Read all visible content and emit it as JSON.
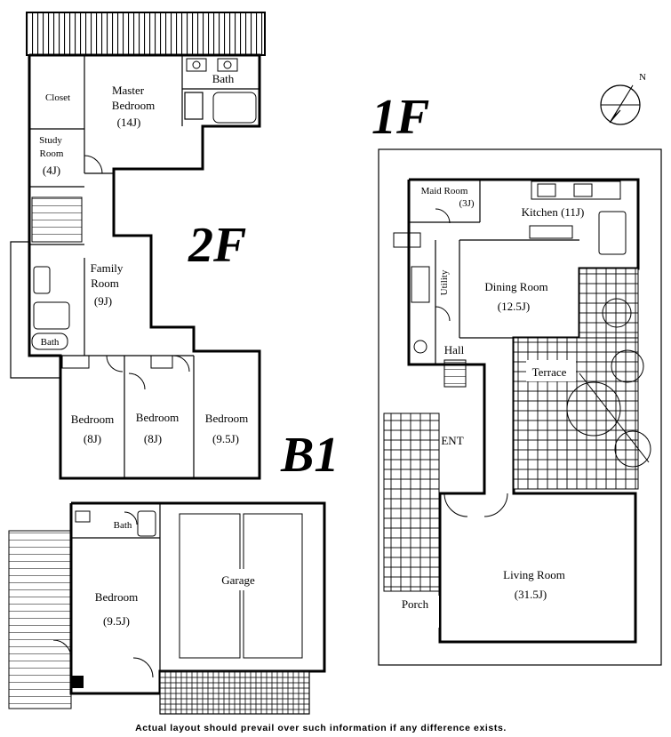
{
  "floors": {
    "second": {
      "label": "2F",
      "rooms": {
        "master_bedroom": [
          "Master",
          "Bedroom",
          "(14J)"
        ],
        "bath": "Bath",
        "closet": "Closet",
        "study_room": [
          "Study",
          "Room",
          "(4J)"
        ],
        "family_room": [
          "Family",
          "Room",
          "(9J)"
        ],
        "bath_west": "Bath",
        "bedroom_1": [
          "Bedroom",
          "(8J)"
        ],
        "bedroom_2": [
          "Bedroom",
          "(8J)"
        ],
        "bedroom_3": [
          "Bedroom",
          "(9.5J)"
        ]
      }
    },
    "first": {
      "label": "1F",
      "rooms": {
        "maid_room": [
          "Maid Room",
          "(3J)"
        ],
        "kitchen": "Kitchen (11J)",
        "utility": "Utility",
        "dining_room": [
          "Dining Room",
          "(12.5J)"
        ],
        "hall": "Hall",
        "terrace": "Terrace",
        "entrance": "ENT",
        "living_room": [
          "Living Room",
          "(31.5J)"
        ],
        "porch": "Porch"
      }
    },
    "basement": {
      "label": "B1",
      "rooms": {
        "bath": "Bath",
        "bedroom": [
          "Bedroom",
          "(9.5J)"
        ],
        "garage": "Garage"
      }
    }
  },
  "compass": {
    "letter": "N"
  },
  "disclaimer": "Actual layout should prevail over such information if any difference exists."
}
